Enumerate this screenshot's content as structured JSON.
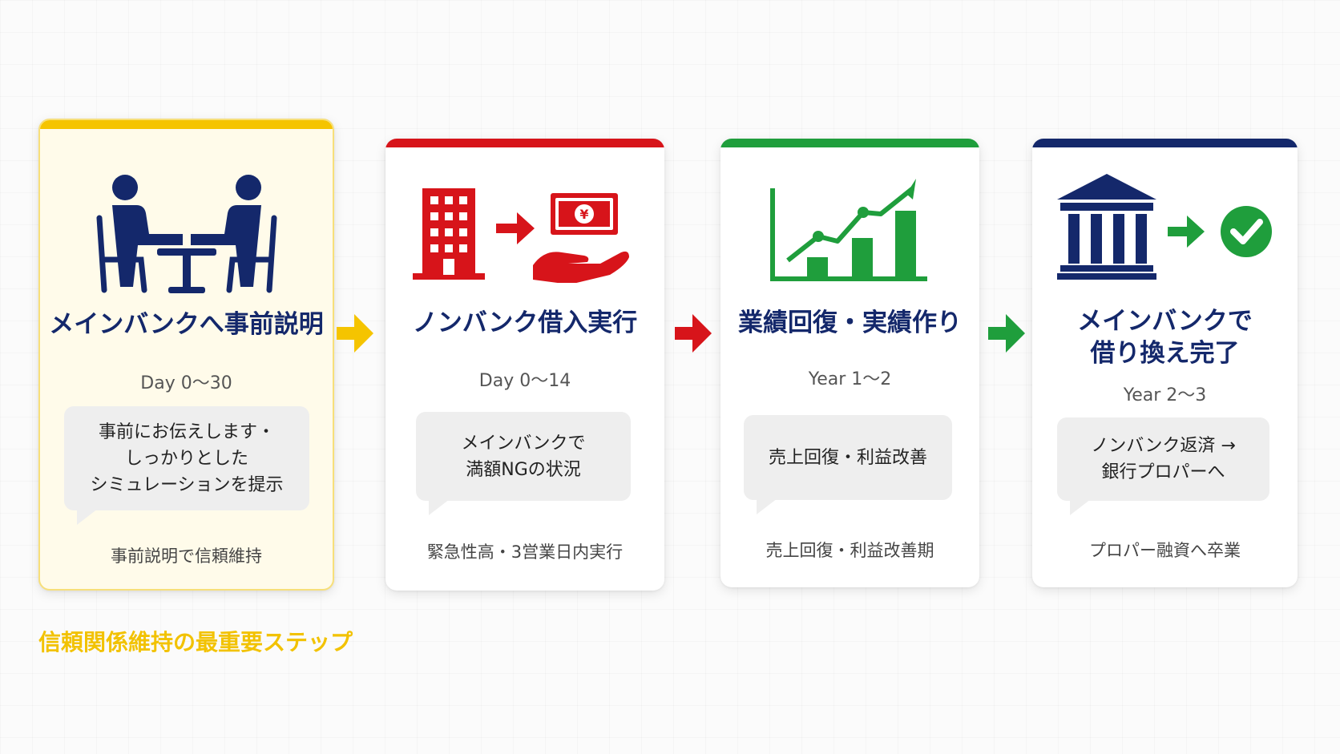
{
  "colors": {
    "yellow": "#f5c400",
    "red": "#d7141a",
    "green": "#1f9e3c",
    "navy": "#14286b"
  },
  "steps": [
    {
      "title": "メインバンクへ事前説明",
      "period": "Day 0〜30",
      "bubble": "事前にお伝えします・\nしっかりとした\nシミュレーションを提示",
      "footer": "事前説明で信頼維持",
      "icon": "meeting-icon"
    },
    {
      "title": "ノンバンク借入実行",
      "period": "Day 0〜14",
      "bubble": "メインバンクで\n満額NGの状況",
      "footer": "緊急性高・3営業日内実行",
      "icon": "building-to-money-icon"
    },
    {
      "title": "業績回復・実績作り",
      "period": "Year 1〜2",
      "bubble": "売上回復・利益改善",
      "footer": "売上回復・利益改善期",
      "icon": "growth-chart-icon"
    },
    {
      "title": "メインバンクで\n借り換え完了",
      "period": "Year 2〜3",
      "bubble": "ノンバンク返済 →\n銀行プロパーへ",
      "footer": "プロパー融資へ卒業",
      "icon": "bank-check-icon"
    }
  ],
  "caption": "信頼関係維持の最重要ステップ"
}
